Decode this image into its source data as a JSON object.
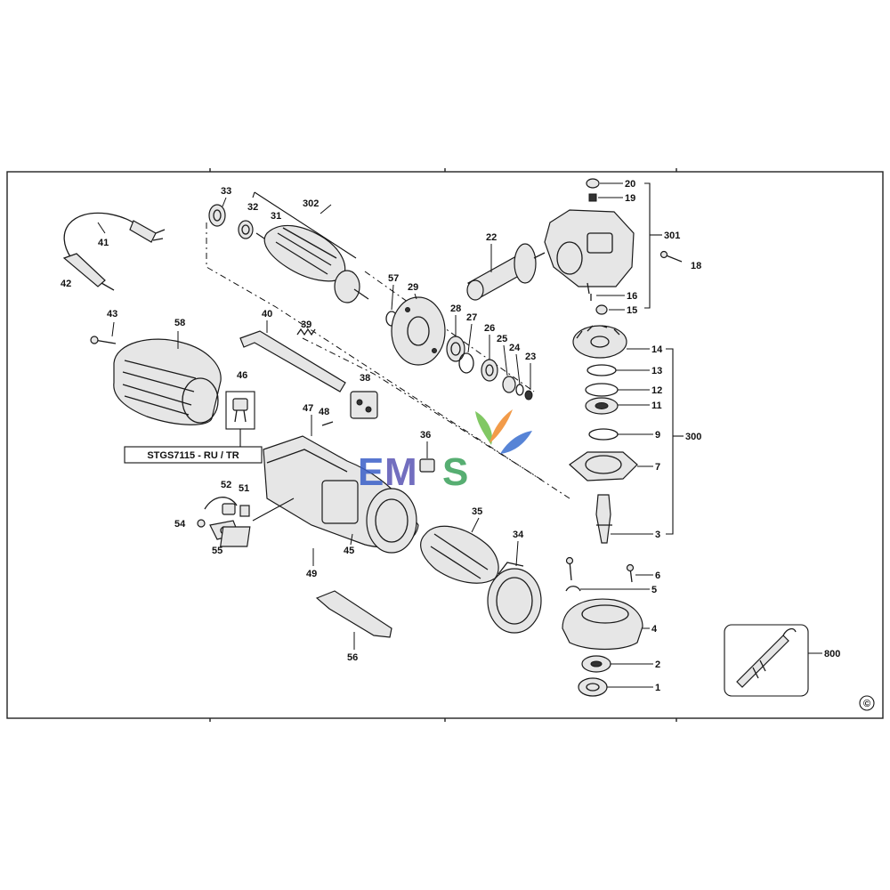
{
  "diagram": {
    "model_label": "STGS7115 - RU / TR",
    "copyright_symbol": "©",
    "watermark": {
      "text_e": "E",
      "text_m": "M",
      "text_s": "S",
      "colors": {
        "e": "#3a5fc8",
        "m": "#5a55b5",
        "s": "#3aa05a",
        "leaf_green": "#6cbf4a",
        "leaf_orange": "#f08a2a",
        "leaf_blue": "#3a6fd0"
      }
    },
    "labels": {
      "p1": "1",
      "p2": "2",
      "p3": "3",
      "p4": "4",
      "p5": "5",
      "p6": "6",
      "p7": "7",
      "p9": "9",
      "p11": "11",
      "p12": "12",
      "p13": "13",
      "p14": "14",
      "p15": "15",
      "p16": "16",
      "p18": "18",
      "p19": "19",
      "p20": "20",
      "p22": "22",
      "p23": "23",
      "p24": "24",
      "p25": "25",
      "p26": "26",
      "p27": "27",
      "p28": "28",
      "p29": "29",
      "p31": "31",
      "p32": "32",
      "p33": "33",
      "p34": "34",
      "p35": "35",
      "p36": "36",
      "p38": "38",
      "p39": "39",
      "p40": "40",
      "p41": "41",
      "p42": "42",
      "p43": "43",
      "p45": "45",
      "p46": "46",
      "p47": "47",
      "p48": "48",
      "p49": "49",
      "p51": "51",
      "p52": "52",
      "p54": "54",
      "p55": "55",
      "p56": "56",
      "p57": "57",
      "p58": "58",
      "p300": "300",
      "p301": "301",
      "p302": "302",
      "p800": "800"
    }
  }
}
